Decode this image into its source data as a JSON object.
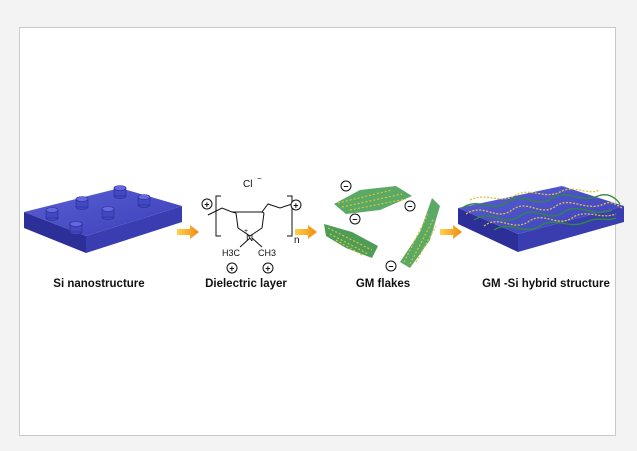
{
  "captions": {
    "si": "Si nanostructure",
    "dielectric": "Dielectric layer",
    "flakes": "GM flakes",
    "hybrid": "GM -Si hybrid structure"
  },
  "chem": {
    "chloride": "Cl",
    "chloride_charge": "−",
    "subscript_n": "n",
    "nitrogen": "N",
    "nitrogen_charge": "+",
    "methyl_left": "H3C",
    "methyl_right": "CH3",
    "plus_sign": "+",
    "minus_sign": "−"
  },
  "colors": {
    "si_top": "#4b4fc7",
    "si_side": "#2f32a3",
    "arrow": "#f5a21c",
    "flake_green": "#2e8b3a",
    "flake_yellow": "#d9c43a"
  }
}
